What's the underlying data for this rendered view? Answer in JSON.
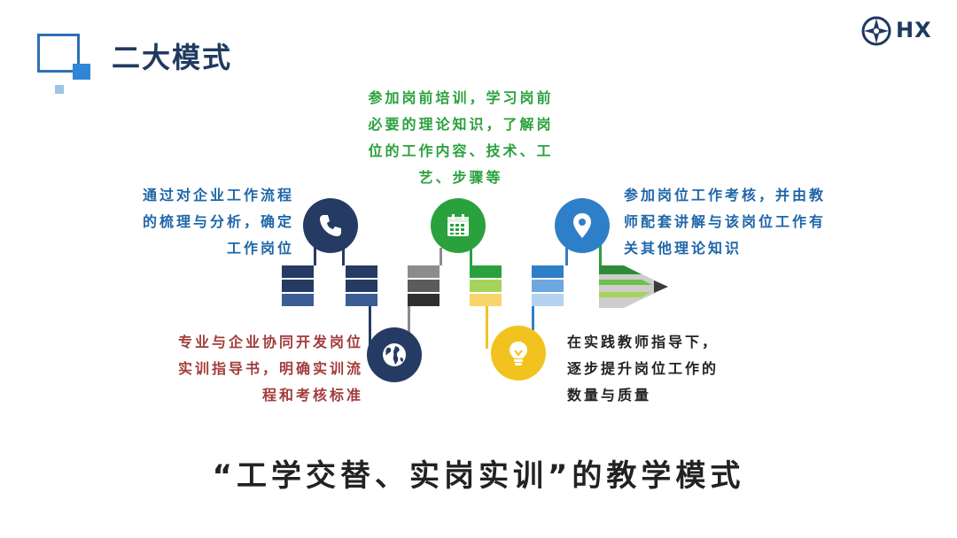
{
  "header": {
    "title": "二大模式",
    "logo_text": "HX"
  },
  "colors": {
    "navy": "#263b63",
    "navy_light": "#3c5c96",
    "gray": "#8c8c8c",
    "green": "#2aa13c",
    "yellow": "#f2c31f",
    "blue": "#2f7fc8"
  },
  "diagram": {
    "steps": [
      {
        "id": "phone",
        "icon": "phone-icon",
        "text": [
          "通过对企业工作流程",
          "的梳理与分析，确定",
          "工作岗位"
        ]
      },
      {
        "id": "globe",
        "icon": "globe-icon",
        "text": [
          "专业与企业协同开发岗位",
          "实训指导书，明确实训流",
          "程和考核标准"
        ]
      },
      {
        "id": "calendar",
        "icon": "calendar-icon",
        "text": [
          "参加岗前培训，学习岗前",
          "必要的理论知识，了解岗",
          "位的工作内容、技术、工",
          "艺、步骤等"
        ]
      },
      {
        "id": "bulb",
        "icon": "lightbulb-icon",
        "text": [
          "在实践教师指导下，",
          "逐步提升岗位工作的",
          "数量与质量"
        ]
      },
      {
        "id": "pin",
        "icon": "location-pin-icon",
        "text": [
          "参加岗位工作考核，并由教",
          "师配套讲解与该岗位工作有",
          "关其他理论知识"
        ]
      }
    ]
  },
  "footer": {
    "caption": "“工学交替、实岗实训”的教学模式"
  }
}
